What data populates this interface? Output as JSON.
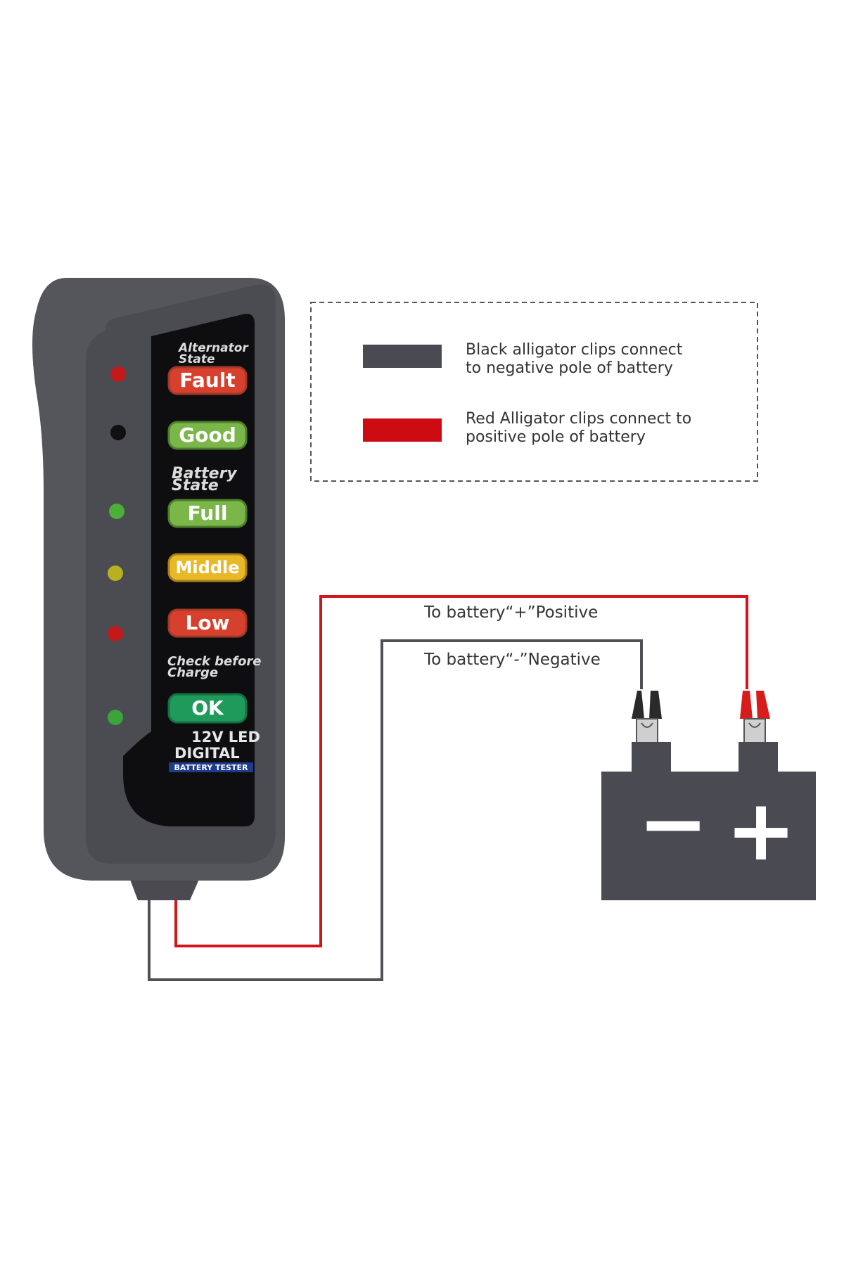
{
  "legend": {
    "items": [
      {
        "color": "#4a4a52",
        "line1": "Black alligator clips connect",
        "line2": "to negative pole of battery"
      },
      {
        "color": "#cc0b13",
        "line1": "Red Alligator clips connect to",
        "line2": "positive pole of battery"
      }
    ]
  },
  "wires": {
    "positive_label": "To battery“+”Positive",
    "negative_label": "To battery“-”Negative",
    "positive_color": "#d2151b",
    "negative_color": "#505058"
  },
  "tester": {
    "section_labels": {
      "alternator": [
        "Alternator",
        "State"
      ],
      "battery": [
        "Battery",
        "State"
      ],
      "check": [
        "Check before",
        "Charge"
      ]
    },
    "indicators": [
      {
        "label": "Fault",
        "pill_color": "#d7402c",
        "led_color": "#c21a1a"
      },
      {
        "label": "Good",
        "pill_color": "#7ab648",
        "led_color": "#101010"
      },
      {
        "label": "Full",
        "pill_color": "#7ab648",
        "led_color": "#4caf3a"
      },
      {
        "label": "Middle",
        "pill_color": "#e8b828",
        "led_color": "#b8b020"
      },
      {
        "label": "Low",
        "pill_color": "#d7402c",
        "led_color": "#c21a1a"
      },
      {
        "label": "OK",
        "pill_color": "#1f9a5a",
        "led_color": "#3aa53a"
      }
    ],
    "brand": {
      "line1": "12V LED",
      "line2": "DIGITAL",
      "line3": "BATTERY TESTER"
    }
  },
  "battery": {
    "minus_symbol": "−",
    "plus_symbol": "+",
    "body_color": "#4a4a52"
  }
}
